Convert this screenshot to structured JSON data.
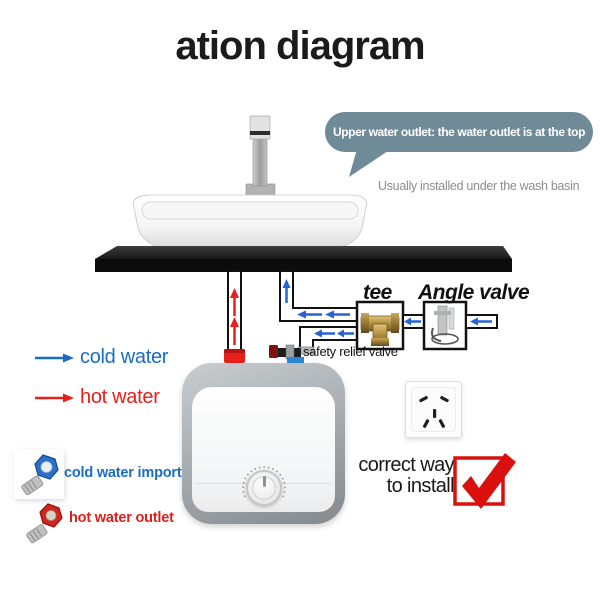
{
  "title": "ation diagram",
  "callout": {
    "bubble_text": "Upper water outlet: the water outlet is at the top",
    "note_text": "Usually installed under the wash basin"
  },
  "pipe_labels": {
    "tee": "tee",
    "angle_valve": "Angle valve",
    "safety_relief_valve": "safety relief valve"
  },
  "legend": {
    "cold_label": "cold water",
    "hot_label": "hot water"
  },
  "ports": {
    "cold_import_label": "cold water import",
    "hot_outlet_label": "hot water outlet"
  },
  "install": {
    "line1": "correct way",
    "line2": "to install"
  },
  "colors": {
    "cold_blue": "#1a6dc2",
    "arrow_blue": "#2563d6",
    "hot_red": "#e8201c",
    "bubble_slate": "#6f8b98",
    "check_red": "#d9100e",
    "brass": "#b9944a",
    "counter_black": "#0c0c0c"
  },
  "icons": {
    "tee_fitting": "brass-tee-fitting",
    "angle_valve": "chrome-angle-valve",
    "safety_valve": "safety-relief-valve",
    "heater_knob": "temperature-knob",
    "socket": "five-hole-power-socket",
    "check": "red-checkmark",
    "cold_port": "blue-inlet-fitting",
    "hot_port": "red-outlet-fitting"
  }
}
